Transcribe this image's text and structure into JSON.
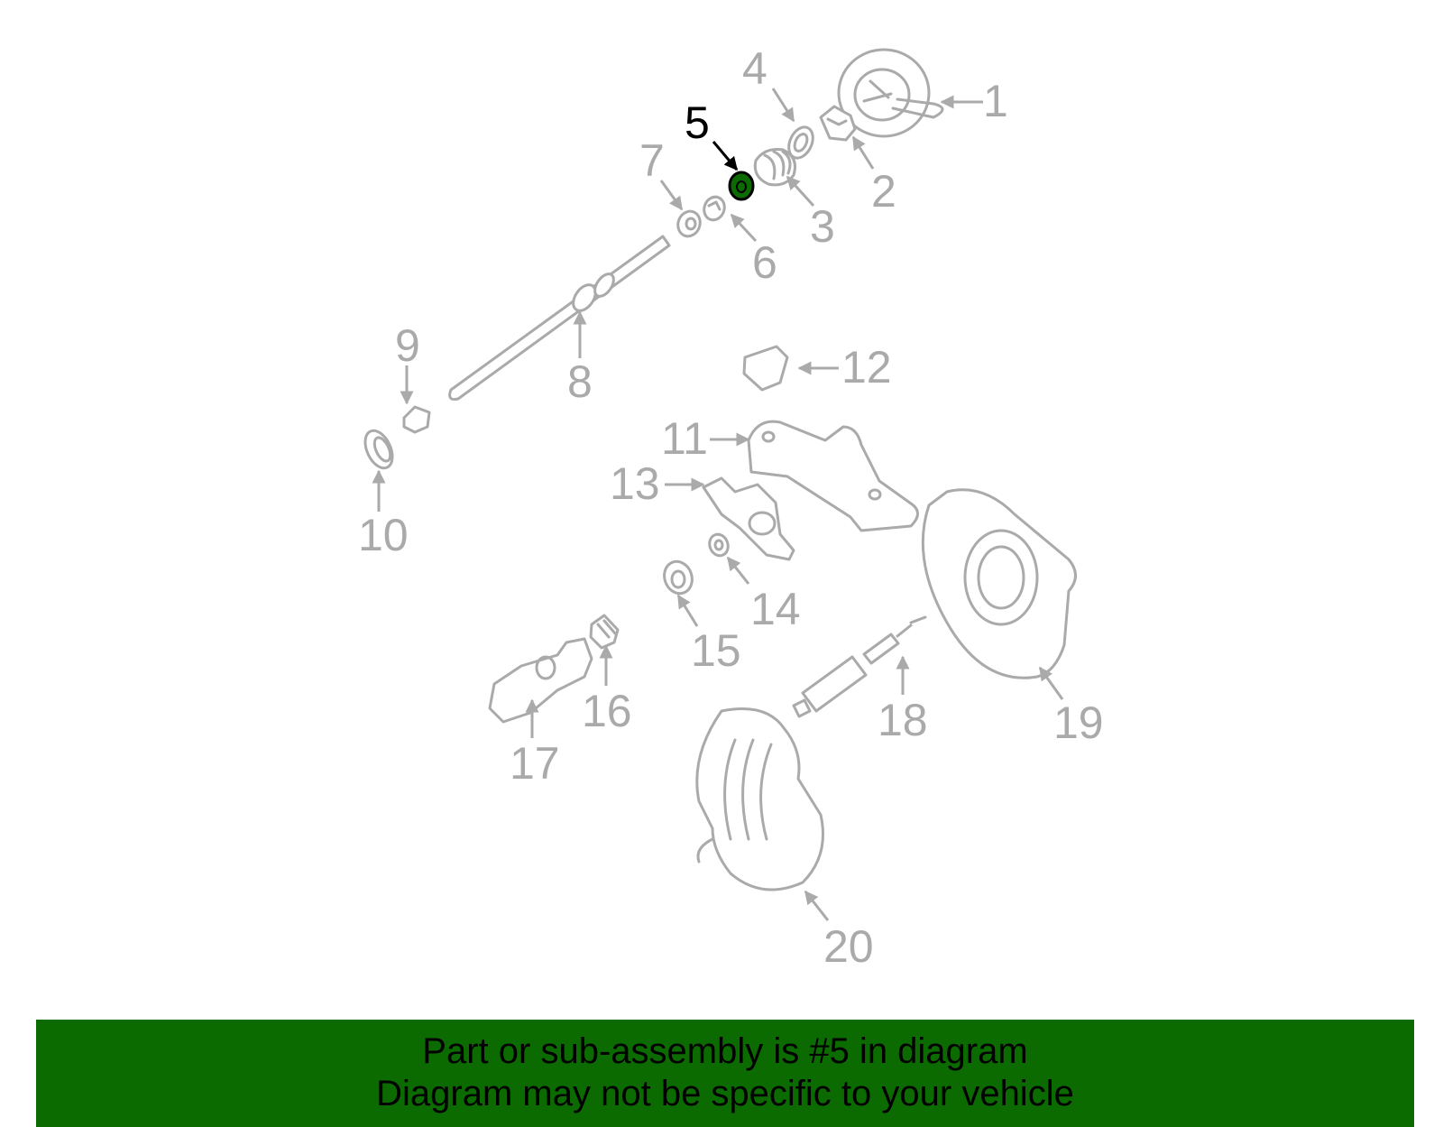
{
  "diagram": {
    "highlighted_part": "5",
    "colors": {
      "part_stroke": "#aaaaaa",
      "highlight_fill": "#0c6b00",
      "highlight_label": "#000000",
      "banner_bg": "#0c6b00"
    },
    "labels": [
      "1",
      "2",
      "3",
      "4",
      "5",
      "6",
      "7",
      "8",
      "9",
      "10",
      "11",
      "12",
      "13",
      "14",
      "15",
      "16",
      "17",
      "18",
      "19",
      "20"
    ]
  },
  "banner": {
    "line1": "Part or sub-assembly is #5 in diagram",
    "line2": "Diagram may not be specific to your vehicle"
  }
}
